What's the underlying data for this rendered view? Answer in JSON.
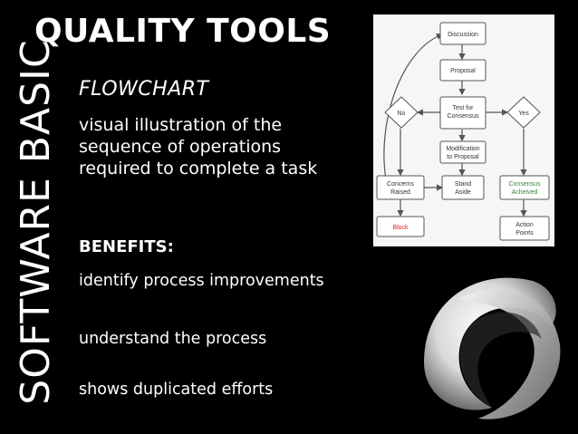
{
  "slide": {
    "vertical_title": "SOFTWARE BASIC",
    "title": "QUALITY TOOLS",
    "subtitle": "FLOWCHART",
    "definition": "visual illustration of the sequence of operations required to complete a task",
    "benefits_label": "BENEFITS:",
    "benefits": [
      "identify process improvements",
      "understand the process",
      "shows duplicated efforts"
    ]
  },
  "flowchart": {
    "discussion": "Discussion",
    "proposal": "Proposal",
    "test_line1": "Test for",
    "test_line2": "Consensus",
    "no": "No",
    "yes": "Yes",
    "modification_line1": "Modification",
    "modification_line2": "to Proposal",
    "concerns_line1": "Concerns",
    "concerns_line2": "Raised",
    "stand_line1": "Stand",
    "stand_line2": "Aside",
    "consensus_line1": "Consensus",
    "consensus_line2": "Acheived",
    "block": "Block",
    "action_line1": "Action",
    "action_line2": "Points",
    "colors": {
      "block_text": "#d62a1e",
      "consensus_text": "#2e8b3a",
      "box_fill": "#ffffff",
      "stroke": "#555555"
    }
  }
}
